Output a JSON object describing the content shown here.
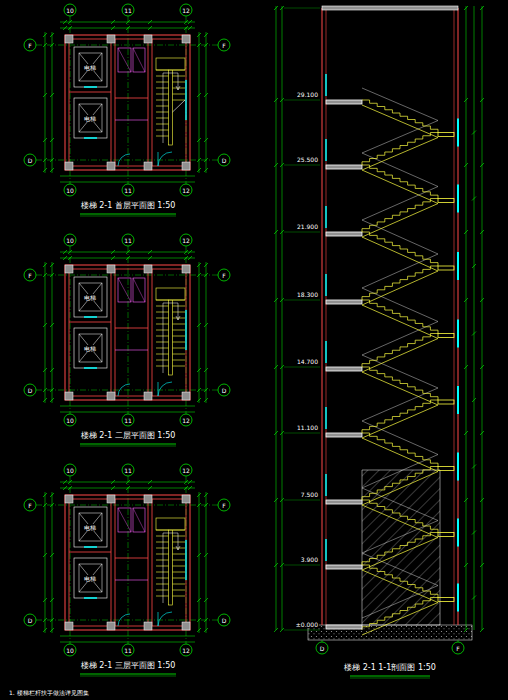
{
  "diagram": {
    "nodes": [
      {
        "text": [
          "楼梯 2-1 首层平面图 1:50"
        ]
      },
      {
        "text": [
          "楼梯 2-1 二层平面图 1:50"
        ]
      },
      {
        "text": [
          "楼梯 2-1 三层平面图 1:50"
        ]
      },
      {
        "text": [
          "楼梯 2-1 1-1剖面图 1:50"
        ]
      }
    ],
    "labels": [
      "10",
      "11",
      "12",
      "10",
      "11",
      "12",
      "F",
      "D",
      "F",
      "D",
      "电梯",
      "电梯",
      "10",
      "11",
      "12",
      "10",
      "11",
      "12",
      "F",
      "D",
      "F",
      "D",
      "电梯",
      "电梯",
      "10",
      "11",
      "12",
      "10",
      "11",
      "12",
      "F",
      "D",
      "F",
      "D",
      "电梯",
      "电梯",
      "D",
      "F",
      "±0.000",
      "3.900",
      "7.500",
      "11.100",
      "14.700",
      "18.300",
      "21.900",
      "25.500",
      "29.100",
      "1. 楼梯栏杆扶手做法详见图集"
    ]
  }
}
